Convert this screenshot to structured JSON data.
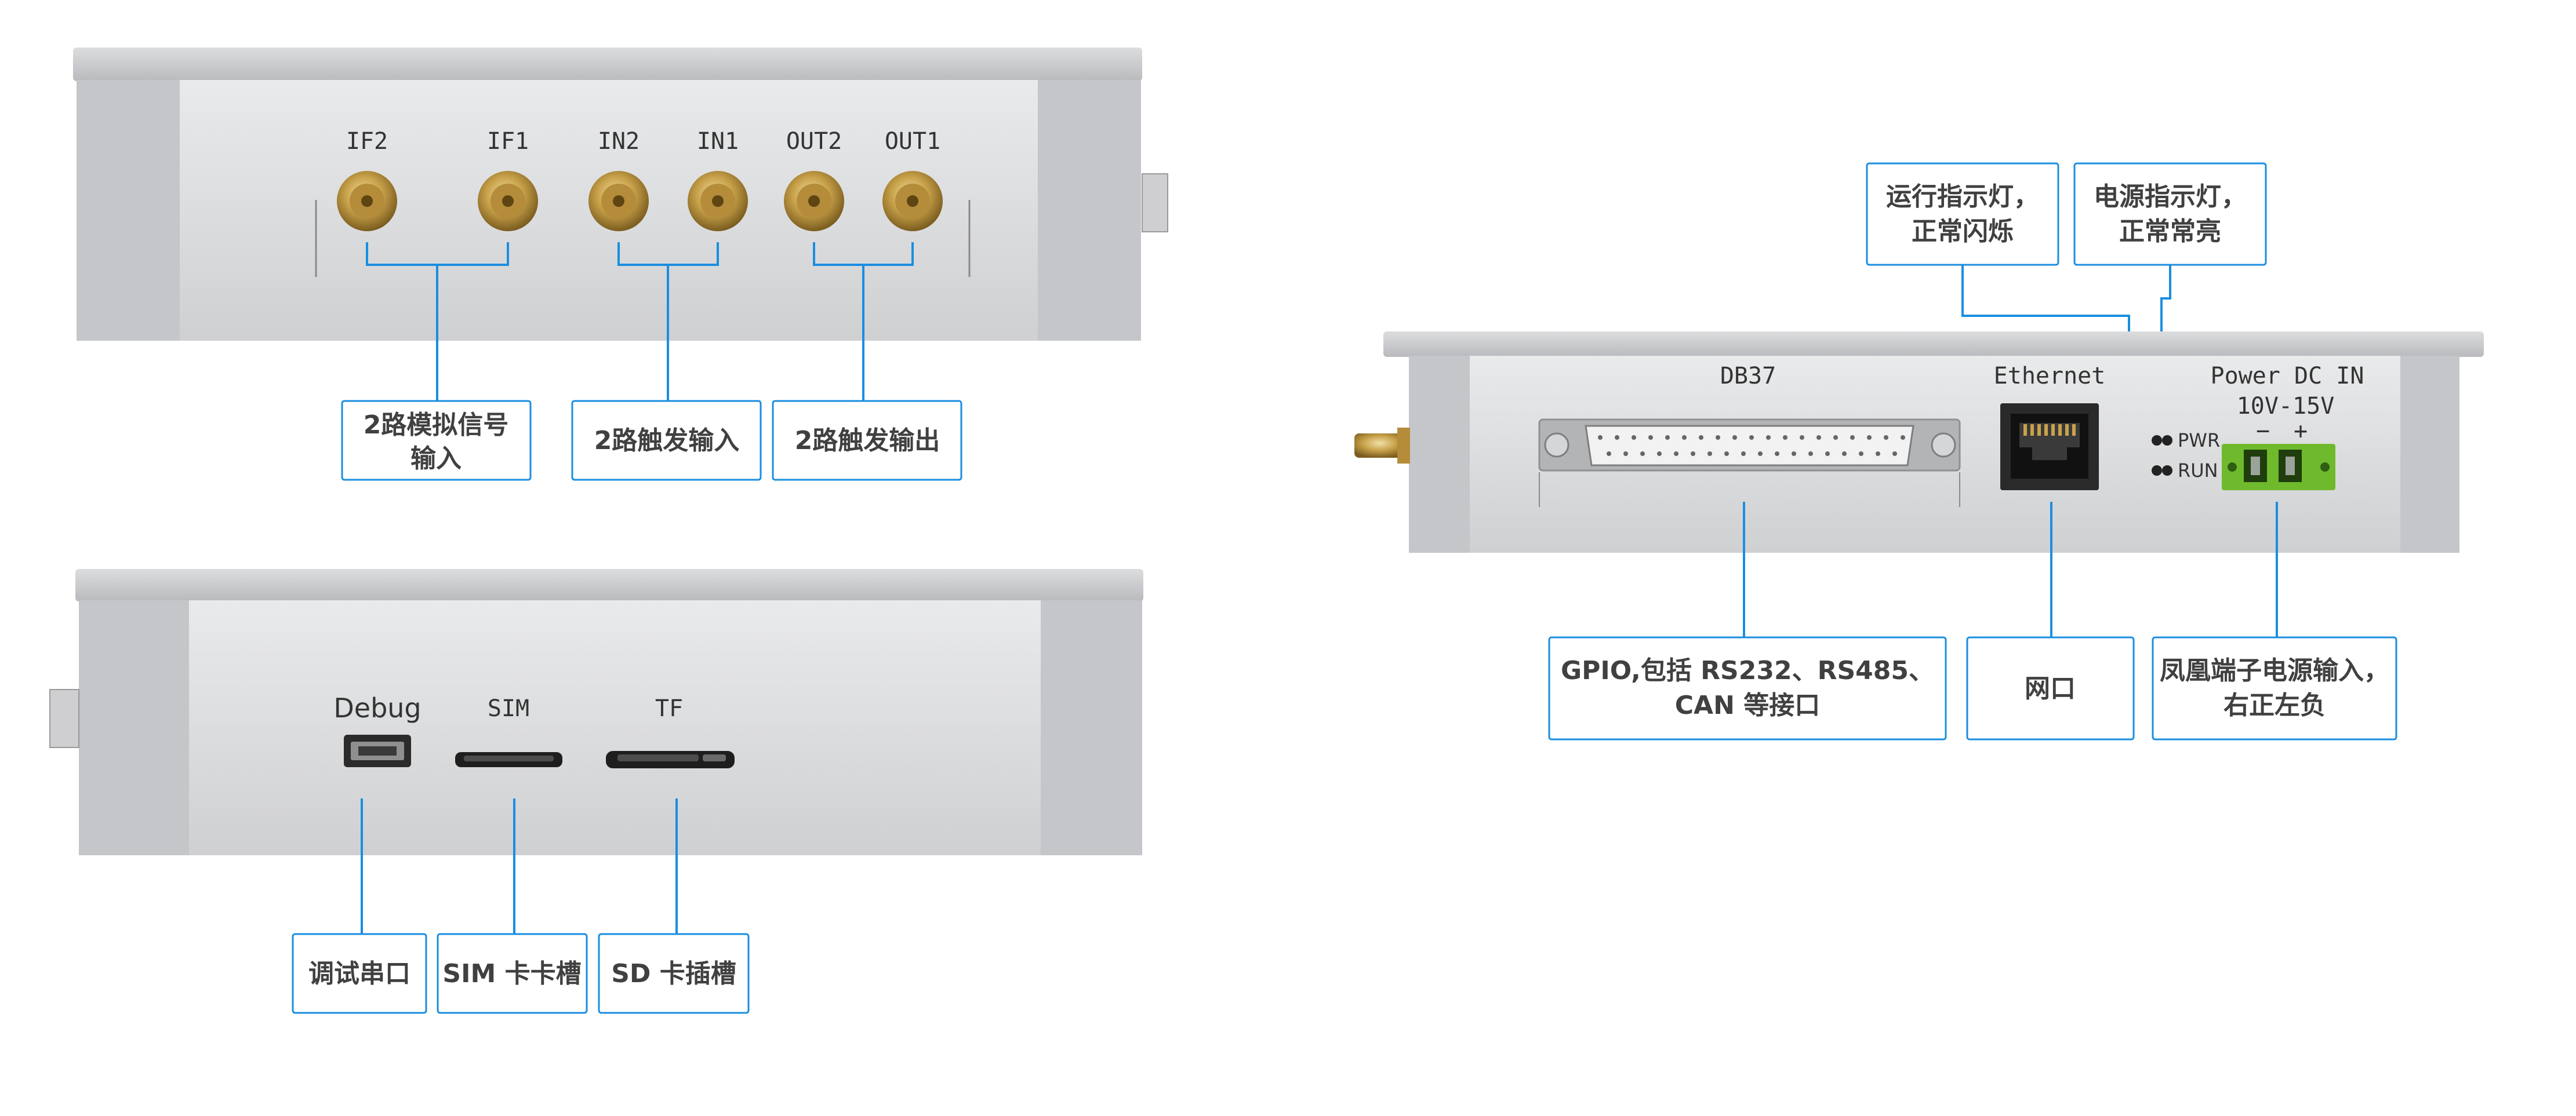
{
  "colors": {
    "accent": "#1a8ee0",
    "device_body": "#d9dadb",
    "terminal_block": "#6fba2c",
    "connector_gold": "#c9a24a"
  },
  "panel_top_left": {
    "connectors": [
      "IF2",
      "IF1",
      "IN2",
      "IN1",
      "OUT2",
      "OUT1"
    ],
    "callouts": [
      {
        "lines": [
          "2路模拟信号",
          "输入"
        ]
      },
      {
        "lines": [
          "2路触发输入"
        ]
      },
      {
        "lines": [
          "2路触发输出"
        ]
      }
    ]
  },
  "panel_bottom_left": {
    "ports": [
      "Debug",
      "SIM",
      "TF"
    ],
    "callouts": [
      {
        "lines": [
          "调试串口"
        ]
      },
      {
        "lines": [
          "SIM 卡卡槽"
        ]
      },
      {
        "lines": [
          "SD 卡插槽"
        ]
      }
    ]
  },
  "panel_right": {
    "db37_label": "DB37",
    "ethernet_label": "Ethernet",
    "power_label": "Power DC IN",
    "voltage_label": "10V-15V",
    "polarity_minus": "−",
    "polarity_plus": "+",
    "led_pwr": "PWR",
    "led_run": "RUN",
    "top_callouts": [
      {
        "lines": [
          "运行指示灯，",
          "正常闪烁"
        ]
      },
      {
        "lines": [
          "电源指示灯，",
          "正常常亮"
        ]
      }
    ],
    "bottom_callouts": [
      {
        "lines": [
          "GPIO,包括 RS232、RS485、",
          "CAN 等接口"
        ]
      },
      {
        "lines": [
          "网口"
        ]
      },
      {
        "lines": [
          "凤凰端子电源输入，",
          "右正左负"
        ]
      }
    ]
  }
}
